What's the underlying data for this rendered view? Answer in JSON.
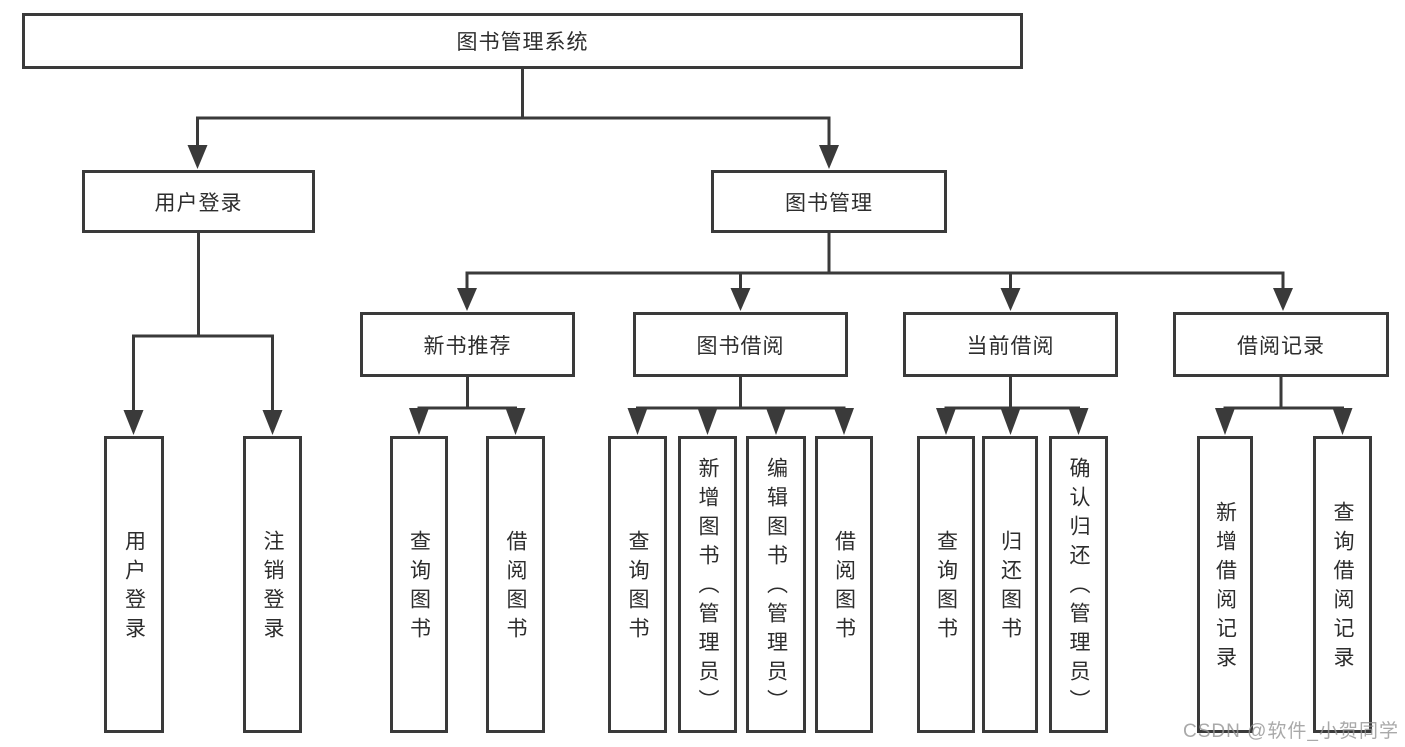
{
  "diagram_type": "hierarchy-tree",
  "nodes": {
    "root": "图书管理系统",
    "user_login": "用户登录",
    "book_mgmt": "图书管理",
    "new_book_rec": "新书推荐",
    "book_borrow": "图书借阅",
    "current_borrow": "当前借阅",
    "borrow_record": "借阅记录",
    "ul_user_login": "用户登录",
    "ul_logout": "注销登录",
    "nb_query": "查询图书",
    "nb_borrow": "借阅图书",
    "bb_query": "查询图书",
    "bb_add": "新增图书（管理员）",
    "bb_edit": "编辑图书（管理员）",
    "bb_borrow": "借阅图书",
    "cb_query": "查询图书",
    "cb_return": "归还图书",
    "cb_confirm": "确认归还（管理员）",
    "br_add": "新增借阅记录",
    "br_query": "查询借阅记录"
  },
  "hierarchy": {
    "root": [
      "user_login",
      "book_mgmt"
    ],
    "user_login": [
      "ul_user_login",
      "ul_logout"
    ],
    "book_mgmt": [
      "new_book_rec",
      "book_borrow",
      "current_borrow",
      "borrow_record"
    ],
    "new_book_rec": [
      "nb_query",
      "nb_borrow"
    ],
    "book_borrow": [
      "bb_query",
      "bb_add",
      "bb_edit",
      "bb_borrow"
    ],
    "current_borrow": [
      "cb_query",
      "cb_return",
      "cb_confirm"
    ],
    "borrow_record": [
      "br_add",
      "br_query"
    ]
  },
  "watermark": "CSDN @软件_小贺同学",
  "colors": {
    "line": "#3a3a3a",
    "box_border": "#3a3a3a",
    "text": "#2d2d2d",
    "background": "#ffffff",
    "watermark": "#949494"
  }
}
